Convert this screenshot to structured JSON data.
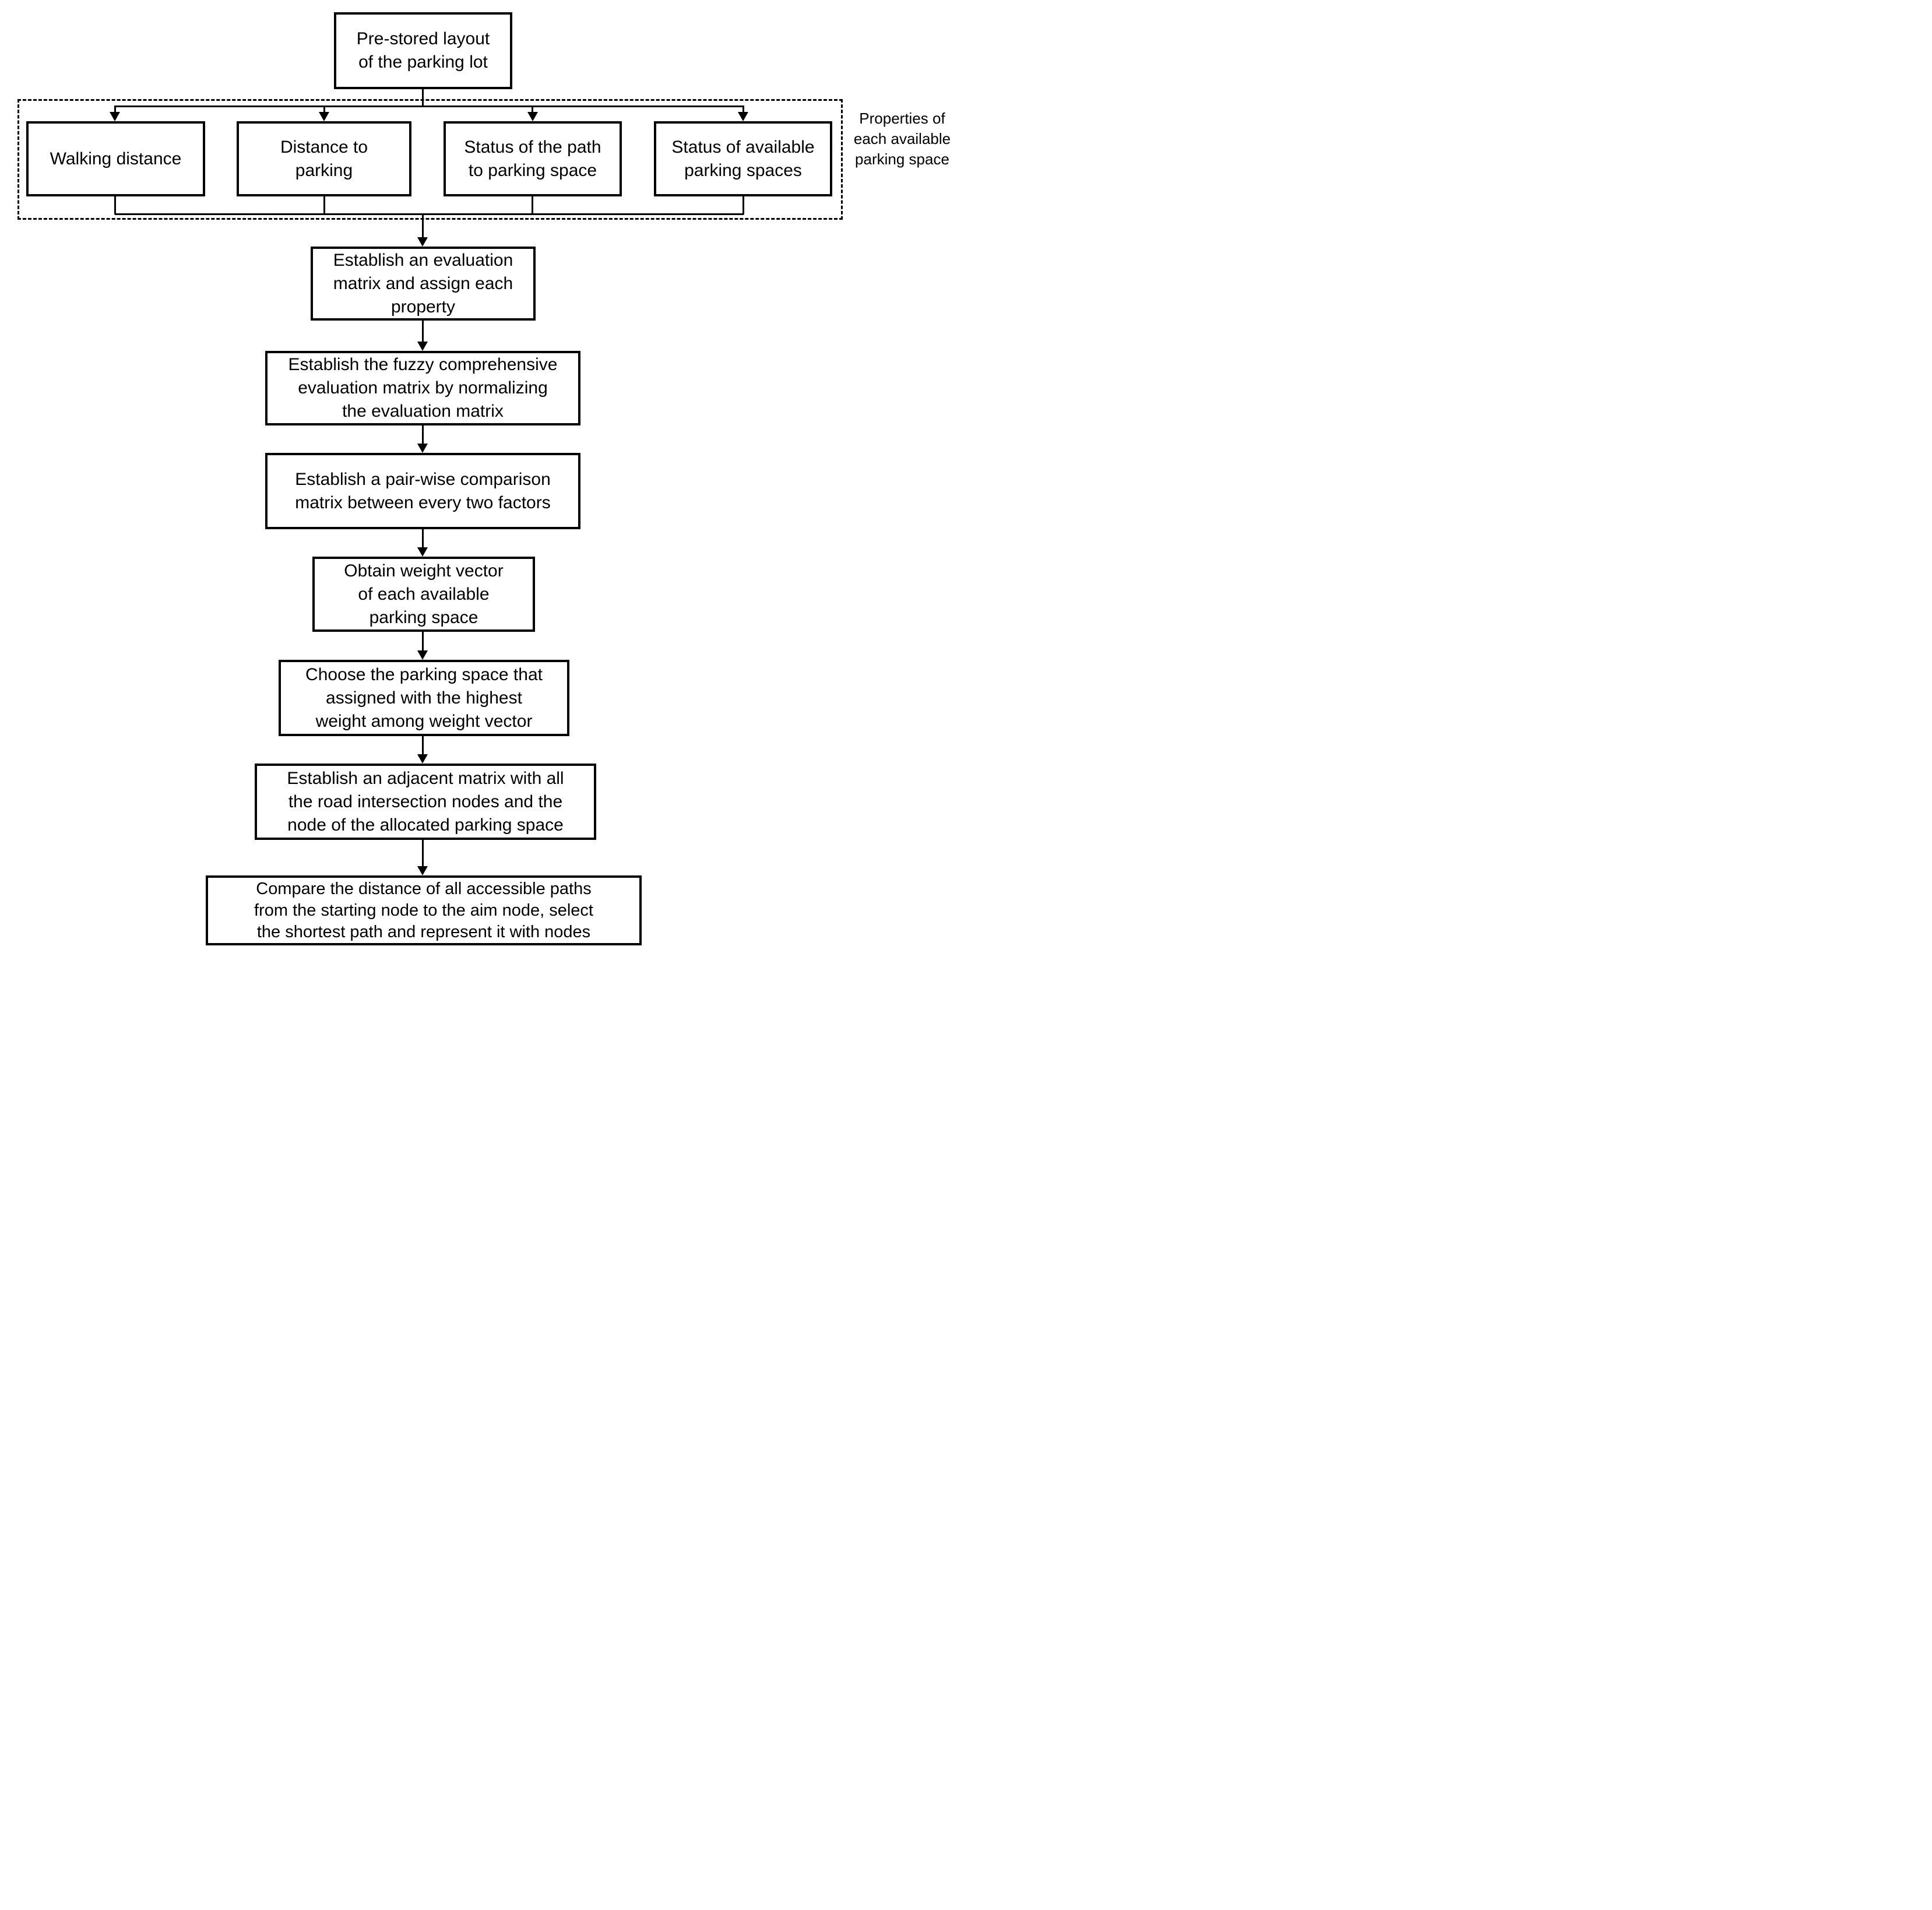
{
  "diagram": {
    "background_color": "#ffffff",
    "line_color": "#000000",
    "top_box": {
      "label": "Pre-stored layout\nof the parking lot"
    },
    "properties_group": {
      "side_label": "Properties of\neach available\nparking space",
      "boxes": [
        {
          "label": "Walking distance"
        },
        {
          "label": "Distance to\nparking"
        },
        {
          "label": "Status of the path\nto parking space"
        },
        {
          "label": "Status of available\nparking spaces"
        }
      ]
    },
    "steps": [
      {
        "label": "Establish an evaluation\nmatrix and assign each\nproperty"
      },
      {
        "label": "Establish the fuzzy comprehensive\nevaluation matrix by normalizing\nthe evaluation matrix"
      },
      {
        "label": "Establish a pair-wise comparison\nmatrix between every two factors"
      },
      {
        "label": "Obtain weight vector\nof each available\nparking space"
      },
      {
        "label": "Choose the parking space that\nassigned with the highest\nweight among weight vector"
      },
      {
        "label": "Establish an adjacent matrix with all\nthe road intersection nodes and the\nnode of the allocated parking space"
      },
      {
        "label": "Compare the distance of all accessible paths\nfrom the starting node to the aim node, select\nthe shortest path and represent it with nodes"
      }
    ]
  }
}
